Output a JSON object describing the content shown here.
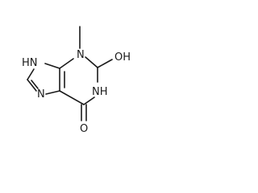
{
  "molecule": {
    "atoms": {
      "nh_imidazole": "HN",
      "n_methyl": "N",
      "methyl": "",
      "oh": "OH",
      "nh_amide": "NH",
      "n_imidazole": "N",
      "o_carbonyl": "O"
    }
  }
}
